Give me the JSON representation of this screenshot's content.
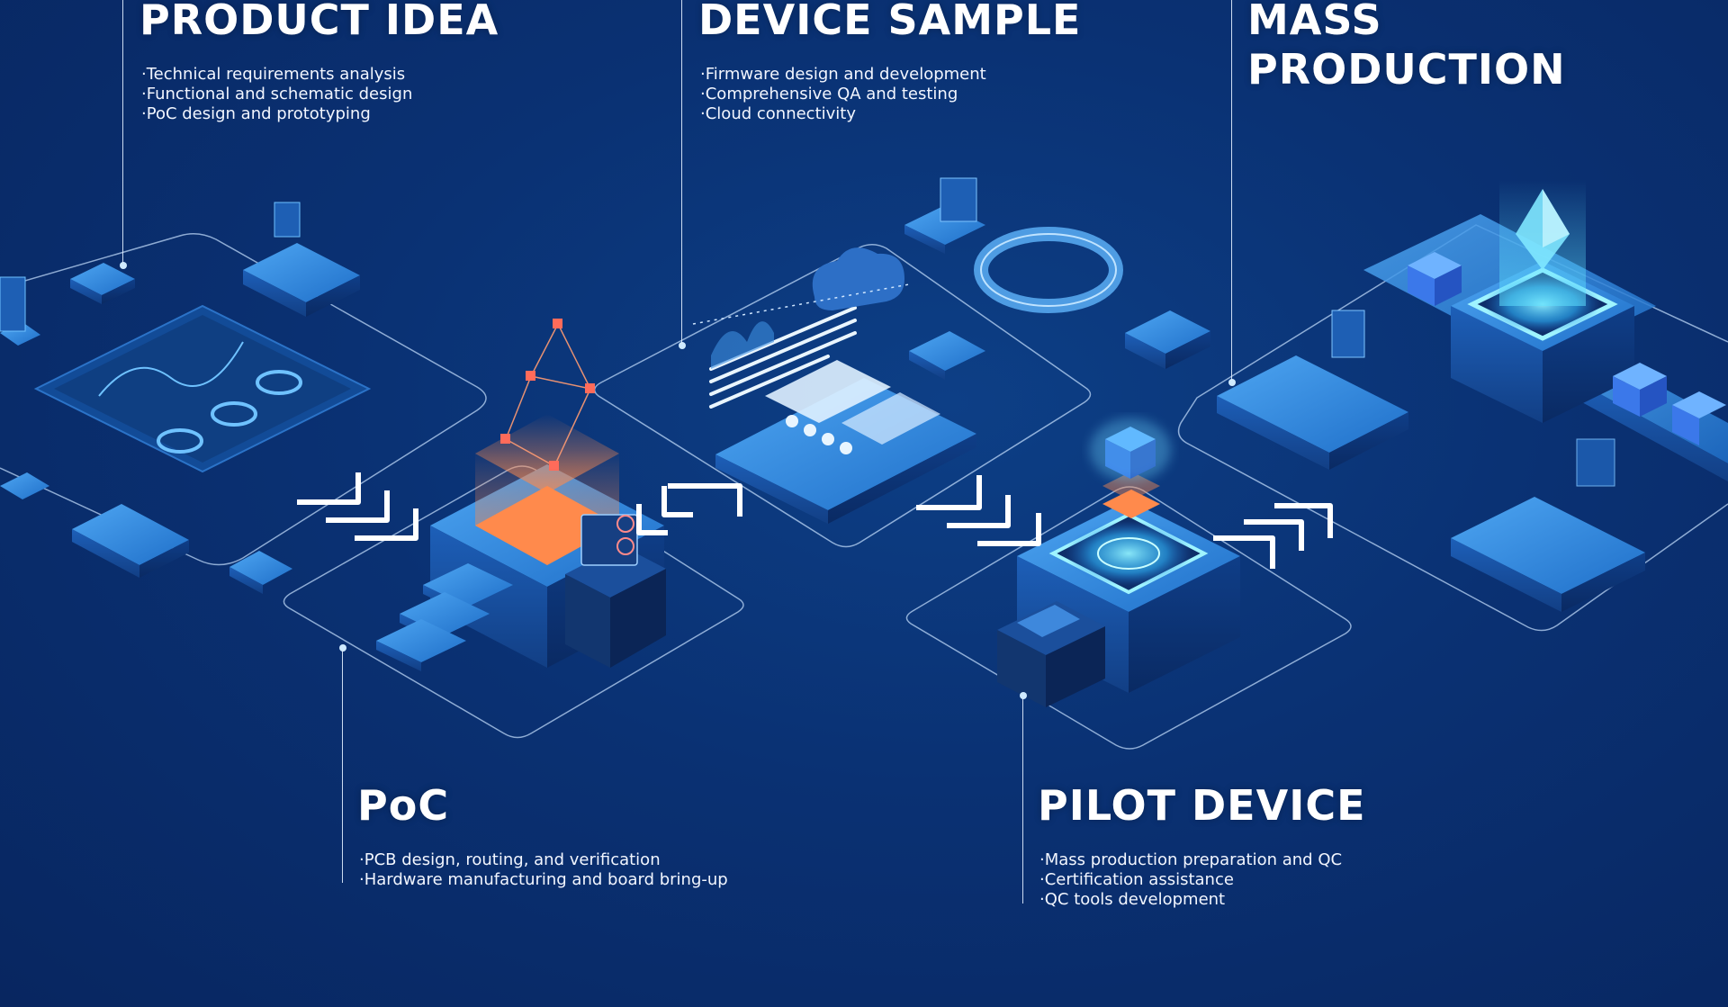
{
  "stages": [
    {
      "id": "product-idea",
      "title": "PRODUCT IDEA",
      "bullets": [
        "Technical requirements analysis",
        "Functional and schematic design",
        "PoC design and prototyping"
      ]
    },
    {
      "id": "poc",
      "title": "PoC",
      "bullets": [
        "PCB design, routing, and verification",
        "Hardware manufacturing and board bring-up"
      ]
    },
    {
      "id": "device-sample",
      "title": "DEVICE SAMPLE",
      "bullets": [
        "Firmware design and development",
        "Comprehensive QA and testing",
        "Cloud connectivity"
      ]
    },
    {
      "id": "pilot-device",
      "title": "PILOT DEVICE",
      "bullets": [
        "Mass production preparation and QC",
        "Certification assistance",
        "QC tools development"
      ]
    },
    {
      "id": "mass-production",
      "title": "MASS\nPRODUCTION",
      "bullets": []
    }
  ],
  "colors": {
    "background": "#0a3173",
    "accent_blue": "#3fa2ff",
    "accent_orange": "#ff8a4c",
    "text": "#ffffff"
  }
}
